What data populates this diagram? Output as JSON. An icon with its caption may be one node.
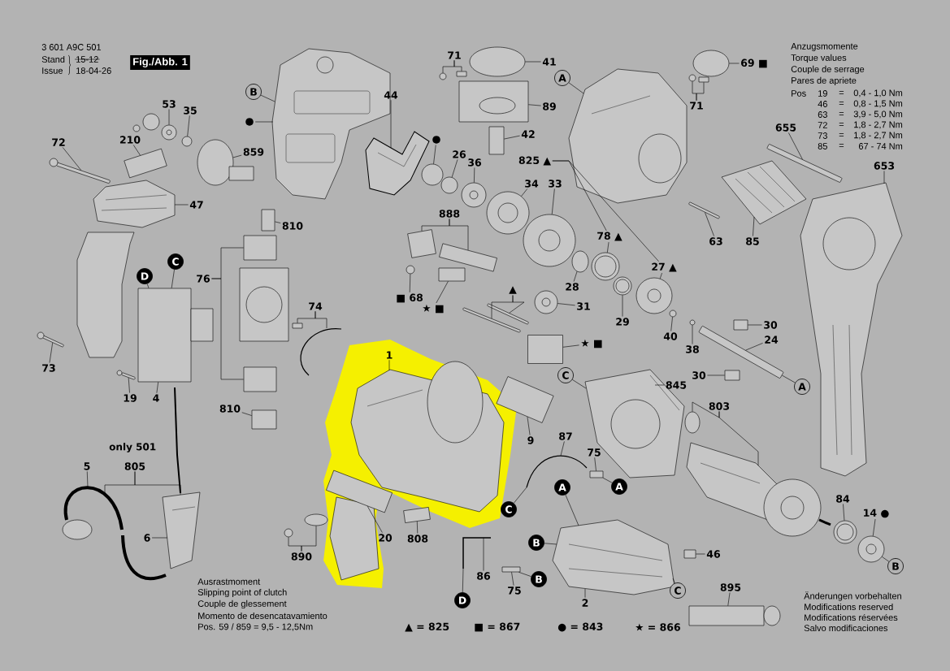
{
  "diagram": {
    "nodes": [
      {
        "text": [
          "Fig./Abb. 1"
        ]
      },
      {
        "text": [
          "72"
        ]
      },
      {
        "text": [
          "210"
        ]
      },
      {
        "text": [
          "53"
        ]
      },
      {
        "text": [
          "35"
        ]
      },
      {
        "text": [
          "B"
        ]
      },
      {
        "text": [
          "●"
        ]
      },
      {
        "text": [
          "859"
        ]
      },
      {
        "text": [
          "47"
        ]
      },
      {
        "text": [
          "44"
        ]
      },
      {
        "text": [
          "71"
        ]
      },
      {
        "text": [
          "41"
        ]
      },
      {
        "text": [
          "89"
        ]
      },
      {
        "text": [
          "42"
        ]
      },
      {
        "text": [
          "●"
        ]
      },
      {
        "text": [
          "26"
        ]
      },
      {
        "text": [
          "36"
        ]
      },
      {
        "text": [
          "34"
        ]
      },
      {
        "text": [
          "33"
        ]
      },
      {
        "text": [
          "888"
        ]
      },
      {
        "text": [
          "825 ▲"
        ]
      },
      {
        "text": [
          "A"
        ]
      },
      {
        "text": [
          "69 ■"
        ]
      },
      {
        "text": [
          "71"
        ]
      },
      {
        "text": [
          "655"
        ]
      },
      {
        "text": [
          "653"
        ]
      },
      {
        "text": [
          "63"
        ]
      },
      {
        "text": [
          "85"
        ]
      },
      {
        "text": [
          "810"
        ]
      },
      {
        "text": [
          "76"
        ]
      },
      {
        "text": [
          "C"
        ]
      },
      {
        "text": [
          "D"
        ]
      },
      {
        "text": [
          "73"
        ]
      },
      {
        "text": [
          "19"
        ]
      },
      {
        "text": [
          "4"
        ]
      },
      {
        "text": [
          "810"
        ]
      },
      {
        "text": [
          "74"
        ]
      },
      {
        "text": [
          "■ 68"
        ]
      },
      {
        "text": [
          "★ ■"
        ]
      },
      {
        "text": [
          "▲"
        ]
      },
      {
        "text": [
          "28"
        ]
      },
      {
        "text": [
          "31"
        ]
      },
      {
        "text": [
          "★ ■"
        ]
      },
      {
        "text": [
          "78 ▲"
        ]
      },
      {
        "text": [
          "27 ▲"
        ]
      },
      {
        "text": [
          "29"
        ]
      },
      {
        "text": [
          "40"
        ]
      },
      {
        "text": [
          "38"
        ]
      },
      {
        "text": [
          "30"
        ]
      },
      {
        "text": [
          "24"
        ]
      },
      {
        "text": [
          "30"
        ]
      },
      {
        "text": [
          "A"
        ]
      },
      {
        "text": [
          "C"
        ]
      },
      {
        "text": [
          "845"
        ]
      },
      {
        "text": [
          "803"
        ]
      },
      {
        "text": [
          "87"
        ]
      },
      {
        "text": [
          "75"
        ]
      },
      {
        "text": [
          "A"
        ]
      },
      {
        "text": [
          "9"
        ]
      },
      {
        "text": [
          "C"
        ]
      },
      {
        "text": [
          "A"
        ]
      },
      {
        "text": [
          "B"
        ]
      },
      {
        "text": [
          "B"
        ]
      },
      {
        "text": [
          "D"
        ]
      },
      {
        "text": [
          "86"
        ]
      },
      {
        "text": [
          "75"
        ]
      },
      {
        "text": [
          "2"
        ]
      },
      {
        "text": [
          "46"
        ]
      },
      {
        "text": [
          "C"
        ]
      },
      {
        "text": [
          "895"
        ]
      },
      {
        "text": [
          "84"
        ]
      },
      {
        "text": [
          "14 ●"
        ]
      },
      {
        "text": [
          "B"
        ]
      },
      {
        "text": [
          "1"
        ]
      },
      {
        "text": [
          "20"
        ]
      },
      {
        "text": [
          "808"
        ]
      },
      {
        "text": [
          "890"
        ]
      },
      {
        "text": [
          "5"
        ]
      },
      {
        "text": [
          "805"
        ]
      },
      {
        "text": [
          "6"
        ]
      },
      {
        "text": [],
        "shape": "bar"
      },
      {
        "text": [],
        "shape": "box"
      },
      {
        "text": [],
        "shape": "circle"
      },
      {
        "text": [],
        "shape": "circle"
      },
      {
        "text": [],
        "shape": "picture"
      },
      {
        "text": [],
        "shape": "circle"
      },
      {
        "text": [],
        "shape": "picture"
      },
      {
        "text": [],
        "shape": "picture"
      },
      {
        "text": [],
        "shape": "circle"
      },
      {
        "text": [],
        "shape": "box"
      },
      {
        "text": [],
        "shape": "circle"
      },
      {
        "text": [],
        "shape": "box"
      },
      {
        "text": [],
        "shape": "box"
      },
      {
        "text": [],
        "shape": "circle"
      },
      {
        "text": [],
        "shape": "circle"
      },
      {
        "text": [],
        "shape": "circle"
      },
      {
        "text": [],
        "shape": "circle"
      },
      {
        "text": [],
        "shape": "circle"
      },
      {
        "text": [],
        "shape": "box"
      },
      {
        "text": [],
        "shape": "box"
      },
      {
        "text": [],
        "shape": "picture"
      },
      {
        "text": [],
        "shape": "circle"
      },
      {
        "text": [],
        "shape": "circle"
      },
      {
        "text": [],
        "shape": "box"
      },
      {
        "text": [],
        "shape": "bar"
      },
      {
        "text": [],
        "shape": "picture"
      },
      {
        "text": [],
        "shape": "bar"
      },
      {
        "text": [],
        "shape": "picture"
      },
      {
        "text": [],
        "shape": "box"
      },
      {
        "text": [],
        "shape": "box"
      },
      {
        "text": [],
        "shape": "box"
      },
      {
        "text": [],
        "shape": "box"
      },
      {
        "text": [],
        "shape": "box"
      },
      {
        "text": [],
        "shape": "bar"
      },
      {
        "text": [],
        "shape": "bar"
      },
      {
        "text": [],
        "shape": "box"
      },
      {
        "text": [],
        "shape": "picture"
      },
      {
        "text": [],
        "shape": "box"
      },
      {
        "text": [],
        "shape": "circle"
      },
      {
        "text": [],
        "shape": "box"
      },
      {
        "text": [],
        "shape": "bar"
      },
      {
        "text": [],
        "shape": "bar"
      },
      {
        "text": [],
        "shape": "box"
      },
      {
        "text": [],
        "shape": "circle"
      },
      {
        "text": [],
        "shape": "circle"
      },
      {
        "text": [],
        "shape": "circle"
      },
      {
        "text": [],
        "shape": "circle"
      },
      {
        "text": [],
        "shape": "circle"
      },
      {
        "text": [],
        "shape": "circle"
      },
      {
        "text": [],
        "shape": "circle"
      },
      {
        "text": [],
        "shape": "box"
      },
      {
        "text": [],
        "shape": "bar"
      },
      {
        "text": [],
        "shape": "box"
      },
      {
        "text": [],
        "shape": "picture"
      },
      {
        "text": [],
        "shape": "circle"
      },
      {
        "text": [],
        "shape": "picture"
      },
      {
        "text": [],
        "shape": "picture"
      },
      {
        "text": [],
        "shape": "box"
      },
      {
        "text": [],
        "shape": "box"
      },
      {
        "text": [],
        "shape": "picture"
      },
      {
        "text": [],
        "shape": "box"
      },
      {
        "text": [],
        "shape": "picture"
      },
      {
        "text": [],
        "shape": "box"
      },
      {
        "text": [],
        "shape": "box"
      },
      {
        "text": [],
        "shape": "circle"
      },
      {
        "text": [],
        "shape": "circle"
      },
      {
        "text": [],
        "shape": "picture"
      },
      {
        "text": [],
        "shape": "box"
      },
      {
        "text": [],
        "shape": "box"
      },
      {
        "text": [],
        "shape": "circle"
      },
      {
        "text": [],
        "shape": "circle"
      },
      {
        "text": [],
        "shape": "picture"
      },
      {
        "text": [],
        "shape": "picture"
      }
    ],
    "edges": [
      {
        "from": 1,
        "to": 80,
        "arrow": "none"
      },
      {
        "from": 2,
        "to": 81,
        "arrow": "none"
      },
      {
        "from": 3,
        "to": 82,
        "arrow": "none"
      },
      {
        "from": 4,
        "to": 83,
        "arrow": "none"
      },
      {
        "from": 5,
        "to": 84,
        "arrow": "none"
      },
      {
        "from": 6,
        "to": 84,
        "arrow": "none"
      },
      {
        "from": 7,
        "to": 85,
        "arrow": "none"
      },
      {
        "from": 8,
        "to": 86,
        "arrow": "none"
      },
      {
        "from": 9,
        "to": 87,
        "arrow": "none"
      },
      {
        "from": 10,
        "to": 88,
        "arrow": "none"
      },
      {
        "from": 10,
        "to": 89,
        "arrow": "none"
      },
      {
        "from": 11,
        "to": 90,
        "arrow": "none"
      },
      {
        "from": 12,
        "to": 91,
        "arrow": "none"
      },
      {
        "from": 13,
        "to": 92,
        "arrow": "none"
      },
      {
        "from": 14,
        "to": 93,
        "arrow": "none"
      },
      {
        "from": 15,
        "to": 94,
        "arrow": "none"
      },
      {
        "from": 16,
        "to": 95,
        "arrow": "none"
      },
      {
        "from": 17,
        "to": 96,
        "arrow": "none"
      },
      {
        "from": 18,
        "to": 97,
        "arrow": "none"
      },
      {
        "from": 19,
        "to": 98,
        "arrow": "none"
      },
      {
        "from": 19,
        "to": 99,
        "arrow": "none"
      },
      {
        "from": 20,
        "to": 43,
        "arrow": "none"
      },
      {
        "from": 20,
        "to": 44,
        "arrow": "none"
      },
      {
        "from": 21,
        "to": 100,
        "arrow": "none"
      },
      {
        "from": 22,
        "to": 101,
        "arrow": "none"
      },
      {
        "from": 23,
        "to": 102,
        "arrow": "none"
      },
      {
        "from": 23,
        "to": 103,
        "arrow": "none"
      },
      {
        "from": 24,
        "to": 104,
        "arrow": "none"
      },
      {
        "from": 25,
        "to": 105,
        "arrow": "none"
      },
      {
        "from": 26,
        "to": 106,
        "arrow": "none"
      },
      {
        "from": 27,
        "to": 107,
        "arrow": "none"
      },
      {
        "from": 28,
        "to": 108,
        "arrow": "none"
      },
      {
        "from": 29,
        "to": 109,
        "arrow": "none"
      },
      {
        "from": 29,
        "to": 111,
        "arrow": "none"
      },
      {
        "from": 30,
        "to": 112,
        "arrow": "none"
      },
      {
        "from": 31,
        "to": 112,
        "arrow": "none"
      },
      {
        "from": 32,
        "to": 113,
        "arrow": "none"
      },
      {
        "from": 33,
        "to": 114,
        "arrow": "none"
      },
      {
        "from": 34,
        "to": 112,
        "arrow": "none"
      },
      {
        "from": 35,
        "to": 115,
        "arrow": "none"
      },
      {
        "from": 36,
        "to": 117,
        "arrow": "none"
      },
      {
        "from": 36,
        "to": 116,
        "arrow": "none"
      },
      {
        "from": 37,
        "to": 118,
        "arrow": "none"
      },
      {
        "from": 38,
        "to": 119,
        "arrow": "none"
      },
      {
        "from": 39,
        "to": 120,
        "arrow": "none"
      },
      {
        "from": 39,
        "to": 121,
        "arrow": "none"
      },
      {
        "from": 40,
        "to": 123,
        "arrow": "none"
      },
      {
        "from": 41,
        "to": 124,
        "arrow": "none"
      },
      {
        "from": 42,
        "to": 122,
        "arrow": "none"
      },
      {
        "from": 43,
        "to": 125,
        "arrow": "none"
      },
      {
        "from": 44,
        "to": 126,
        "arrow": "none"
      },
      {
        "from": 45,
        "to": 127,
        "arrow": "none"
      },
      {
        "from": 46,
        "to": 128,
        "arrow": "none"
      },
      {
        "from": 47,
        "to": 129,
        "arrow": "none"
      },
      {
        "from": 48,
        "to": 130,
        "arrow": "none"
      },
      {
        "from": 49,
        "to": 131,
        "arrow": "none"
      },
      {
        "from": 50,
        "to": 132,
        "arrow": "none"
      },
      {
        "from": 51,
        "to": 131,
        "arrow": "none"
      },
      {
        "from": 52,
        "to": 133,
        "arrow": "none"
      },
      {
        "from": 53,
        "to": 133,
        "arrow": "none"
      },
      {
        "from": 54,
        "to": 134,
        "arrow": "none"
      },
      {
        "from": 54,
        "to": 135,
        "arrow": "none"
      },
      {
        "from": 55,
        "to": 136,
        "arrow": "none"
      },
      {
        "from": 56,
        "to": 137,
        "arrow": "none"
      },
      {
        "from": 57,
        "to": 137,
        "arrow": "none"
      },
      {
        "from": 58,
        "to": 138,
        "arrow": "none"
      },
      {
        "from": 59,
        "to": 136,
        "arrow": "none"
      },
      {
        "from": 60,
        "to": 139,
        "arrow": "none"
      },
      {
        "from": 61,
        "to": 139,
        "arrow": "none"
      },
      {
        "from": 62,
        "to": 140,
        "arrow": "none"
      },
      {
        "from": 63,
        "to": 141,
        "arrow": "none"
      },
      {
        "from": 64,
        "to": 141,
        "arrow": "none"
      },
      {
        "from": 65,
        "to": 140,
        "arrow": "none"
      },
      {
        "from": 66,
        "to": 139,
        "arrow": "none"
      },
      {
        "from": 67,
        "to": 142,
        "arrow": "none"
      },
      {
        "from": 68,
        "to": 139,
        "arrow": "none"
      },
      {
        "from": 69,
        "to": 143,
        "arrow": "none"
      },
      {
        "from": 70,
        "to": 144,
        "arrow": "none"
      },
      {
        "from": 71,
        "to": 145,
        "arrow": "none"
      },
      {
        "from": 72,
        "to": 145,
        "arrow": "none"
      },
      {
        "from": 73,
        "to": 146,
        "arrow": "none"
      },
      {
        "from": 74,
        "to": 147,
        "arrow": "none"
      },
      {
        "from": 75,
        "to": 148,
        "arrow": "none"
      },
      {
        "from": 76,
        "to": 149,
        "arrow": "none"
      },
      {
        "from": 76,
        "to": 150,
        "arrow": "none"
      },
      {
        "from": 77,
        "to": 151,
        "arrow": "none"
      },
      {
        "from": 78,
        "to": 151,
        "arrow": "none"
      },
      {
        "from": 78,
        "to": 152,
        "arrow": "none"
      },
      {
        "from": 79,
        "to": 152,
        "arrow": "none"
      }
    ],
    "labels": [
      "3 601 A9C 501",
      "Stand",
      "15-12",
      "Issue",
      "18-04-26",
      "Anzugsmomente",
      "Torque values",
      "Couple de serrage",
      "Pares de apriete",
      "Pos",
      "19",
      "=",
      "0,4 - 1,0 Nm",
      "46",
      "=",
      "0,8 - 1,5 Nm",
      "63",
      "=",
      "3,9 - 5,0 Nm",
      "72",
      "=",
      "1,8 - 2,7 Nm",
      "73",
      "=",
      "1,8 - 2,7 Nm",
      "85",
      "=",
      "67 - 74 Nm",
      "only 501",
      "Ausrastmoment",
      "Slipping point of clutch",
      "Couple de glessement",
      "Momento de desencatavamiento",
      "Pos. 59 / 859 = 9,5 - 12,5Nm",
      "▲ = 825",
      "■ = 867",
      "● = 843",
      "★ = 866",
      "Änderungen vorbehalten",
      "Modifications reserved",
      "Modifications réservées",
      "Salvo modificaciones"
    ]
  }
}
